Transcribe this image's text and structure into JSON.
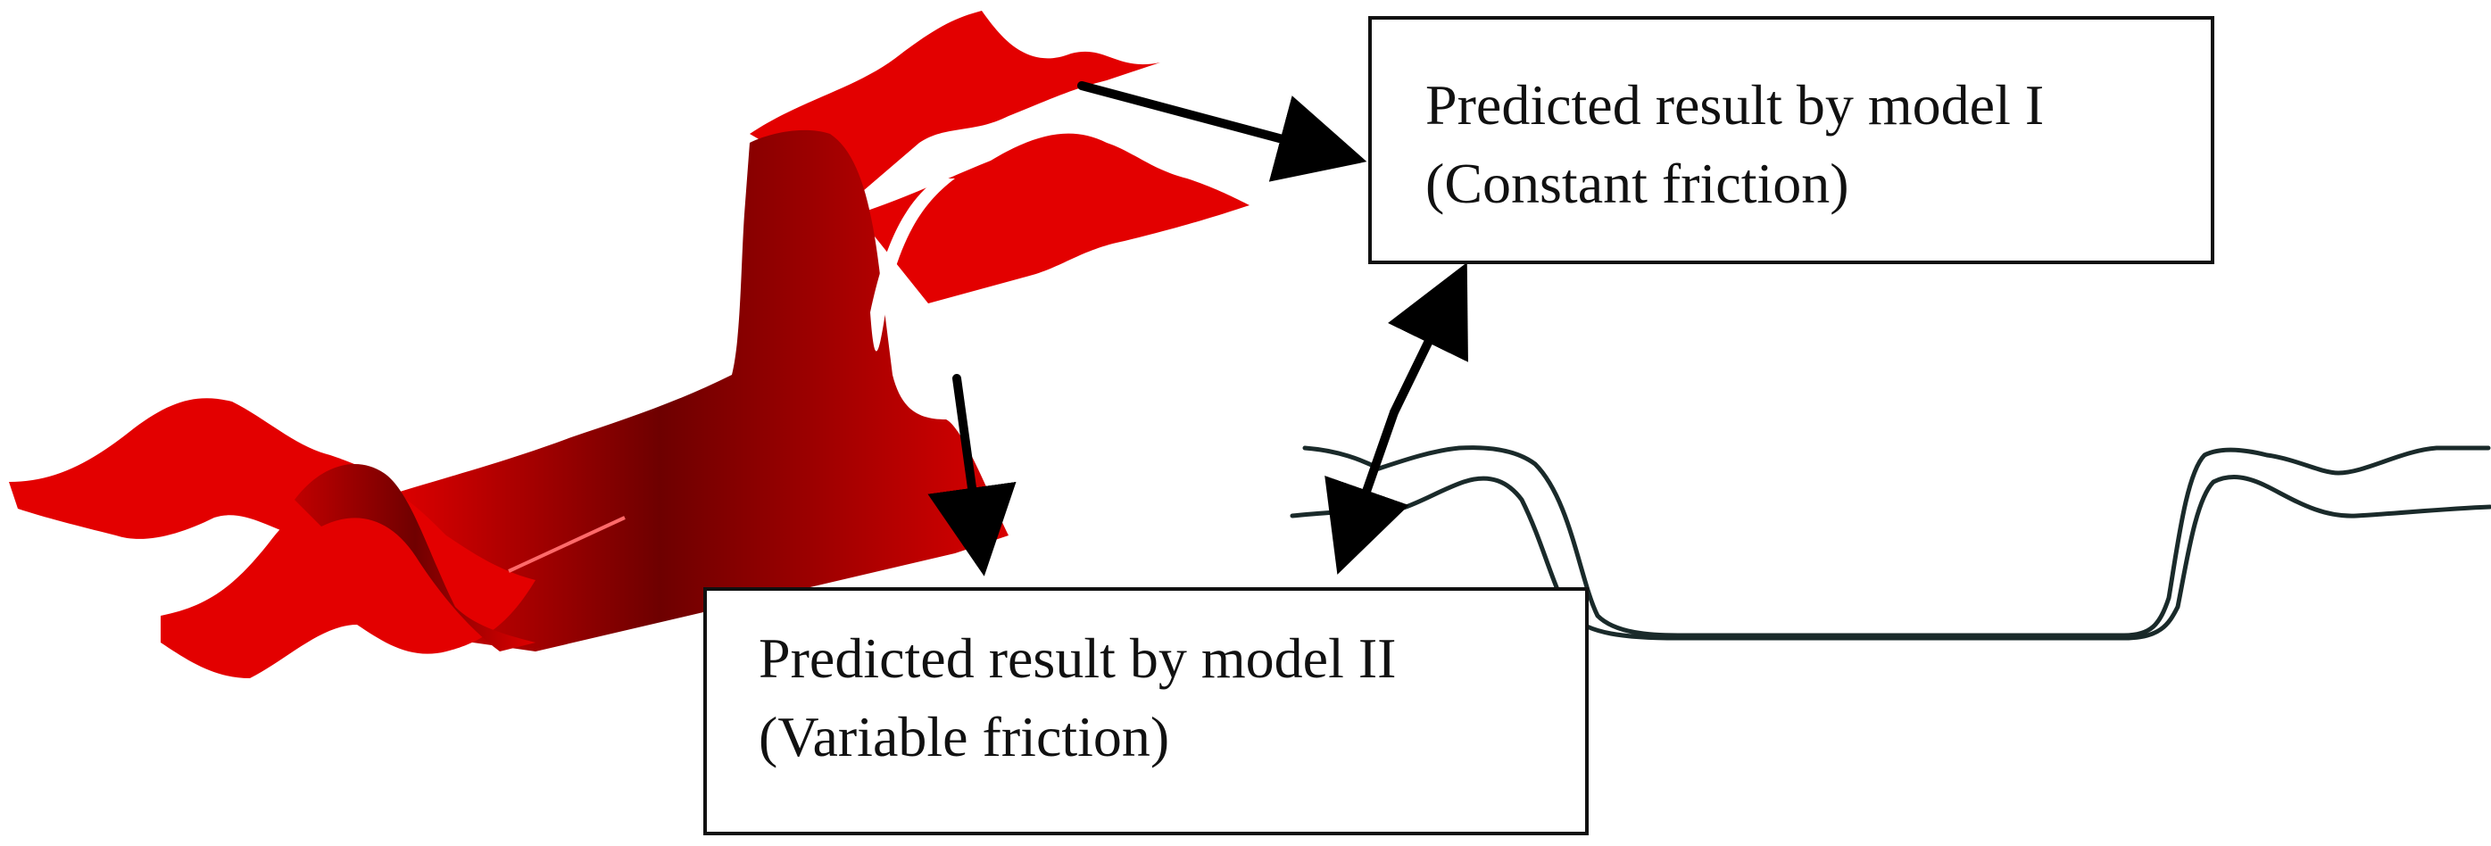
{
  "labels": {
    "model_1": {
      "line1": "Predicted result by model I",
      "line2": "(Constant friction)"
    },
    "model_2": {
      "line1": "Predicted result by model II",
      "line2": "(Variable friction)"
    }
  },
  "colors": {
    "sheet_red": "#e00000",
    "sheet_dark": "#6e0000",
    "arrow": "#000000",
    "section_line": "#1a2a2a"
  }
}
